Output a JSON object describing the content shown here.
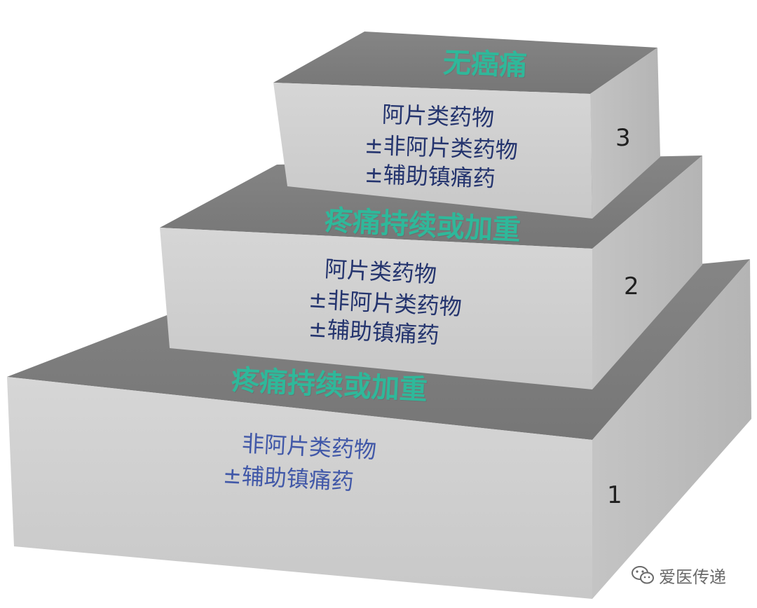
{
  "steps": [
    {
      "number": "1",
      "top_label": "疼痛持续或加重",
      "drugs": [
        "非阿片类药物",
        "±辅助镇痛药"
      ]
    },
    {
      "number": "2",
      "top_label": "疼痛持续或加重",
      "drugs": [
        "阿片类药物",
        "±非阿片类药物",
        "±辅助镇痛药"
      ]
    },
    {
      "number": "3",
      "top_label": "无癌痛",
      "drugs": [
        "阿片类药物",
        "±非阿片类药物",
        "±辅助镇痛药"
      ]
    }
  ],
  "watermark": {
    "icon": "wechat-icon",
    "text": "爱医传递"
  },
  "colors": {
    "top_face": "#7d7d7d",
    "front_face": "#d2d2d2",
    "side_face": "#bebebe",
    "goal_text": "#2fb89a",
    "drug_text": "#24346e"
  }
}
